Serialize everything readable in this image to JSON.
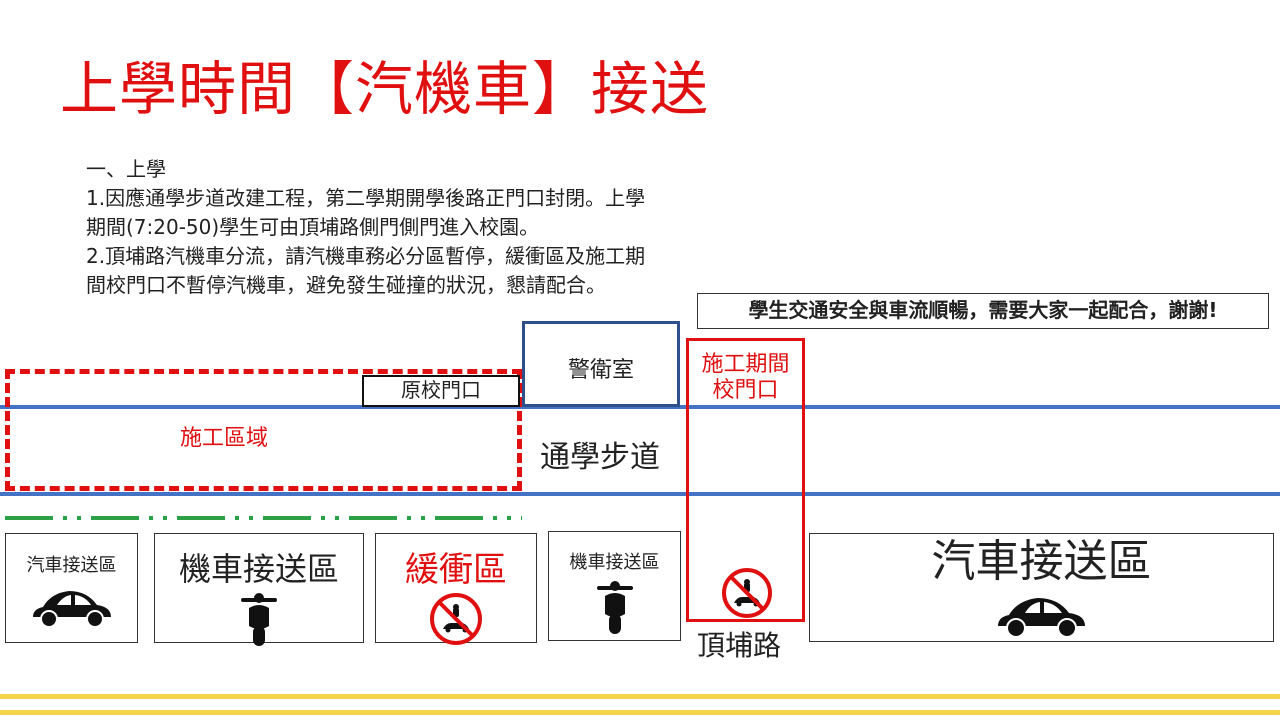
{
  "title": "上學時間【汽機車】接送",
  "intro": {
    "heading": "一、上學",
    "line1": "1.因應通學步道改建工程，第二學期開學後路正門口封閉。上學",
    "line2": "期間(7:20-50)學生可由頂埔路側門側門進入校園。",
    "line3": "2.頂埔路汽機車分流，請汽機車務必分區暫停，緩衝區及施工期",
    "line4": "間校門口不暫停汽機車，避免發生碰撞的狀況，懇請配合。"
  },
  "notice": "學生交通安全與車流順暢，需要大家一起配合，謝謝!",
  "map": {
    "construction_area": "施工區域",
    "old_gate": "原校門口",
    "guard_room": "警衛室",
    "walkway": "通學步道",
    "temp_gate_line1": "施工期間",
    "temp_gate_line2": "校門口",
    "road": "頂埔路"
  },
  "zones": [
    {
      "label": "汽車接送區",
      "icon": "car-icon"
    },
    {
      "label": "機車接送區",
      "icon": "scooter-icon"
    },
    {
      "label": "緩衝區",
      "icon": "no-vehicle-icon"
    },
    {
      "label": "機車接送區",
      "icon": "scooter-icon"
    },
    {
      "label": "汽車接送區",
      "icon": "car-icon"
    }
  ],
  "colors": {
    "title_red": "#e01010",
    "road_blue": "#4472c4",
    "guard_blue": "#2f4f8a",
    "buffer_green": "#2ca044",
    "bottom_yellow": "#f5d44a"
  }
}
